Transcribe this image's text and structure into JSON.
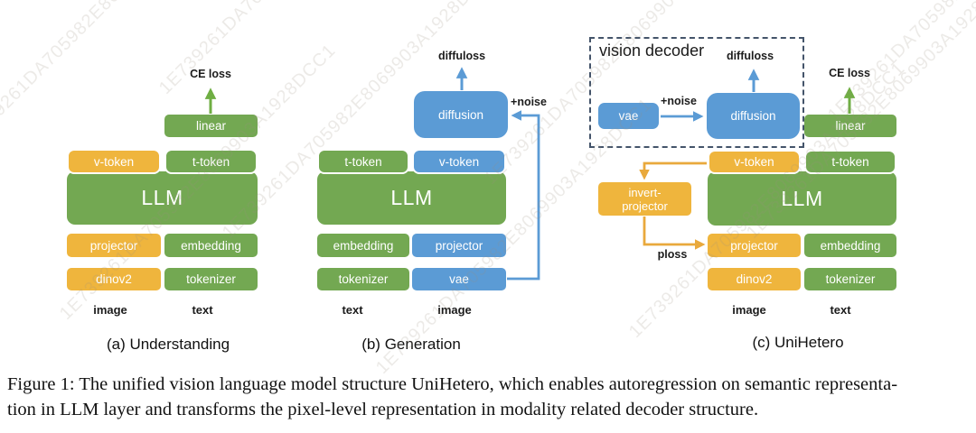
{
  "watermark": {
    "text": "1E739261DA705982E8069903A1928DCC1"
  },
  "colors": {
    "green": "#73A852",
    "orange": "#EFB53D",
    "blue": "#5B9BD5",
    "dash_border": "#44546A",
    "green_arrow": "#6FAE43",
    "orange_arrow": "#E9A93C"
  },
  "panel_a": {
    "caption": "(a) Understanding",
    "ce_loss": "CE loss",
    "linear": "linear",
    "v_token": "v-token",
    "t_token": "t-token",
    "llm": "LLM",
    "projector": "projector",
    "embedding": "embedding",
    "dinov2": "dinov2",
    "tokenizer": "tokenizer",
    "input_left": "image",
    "input_right": "text"
  },
  "panel_b": {
    "caption": "(b) Generation",
    "diffuloss": "diffuloss",
    "noise": "+noise",
    "diffusion": "diffusion",
    "t_token": "t-token",
    "v_token": "v-token",
    "llm": "LLM",
    "embedding": "embedding",
    "projector": "projector",
    "tokenizer": "tokenizer",
    "vae": "vae",
    "input_left": "text",
    "input_right": "image"
  },
  "panel_c": {
    "caption": "(c) UniHetero",
    "vision_decoder": "vision decoder",
    "diffuloss": "diffuloss",
    "ce_loss": "CE loss",
    "noise": "+noise",
    "ploss": "ploss",
    "vae": "vae",
    "diffusion": "diffusion",
    "linear": "linear",
    "v_token": "v-token",
    "t_token": "t-token",
    "llm": "LLM",
    "invert_projector_line1": "invert-",
    "invert_projector_line2": "projector",
    "projector": "projector",
    "embedding": "embedding",
    "dinov2": "dinov2",
    "tokenizer": "tokenizer",
    "input_left": "image",
    "input_right": "text"
  },
  "figure_caption": {
    "line1": "Figure 1: The unified vision language model structure UniHetero, which enables autoregression on semantic representa-",
    "line2": "tion in LLM layer and transforms the pixel-level representation in modality related decoder structure."
  }
}
